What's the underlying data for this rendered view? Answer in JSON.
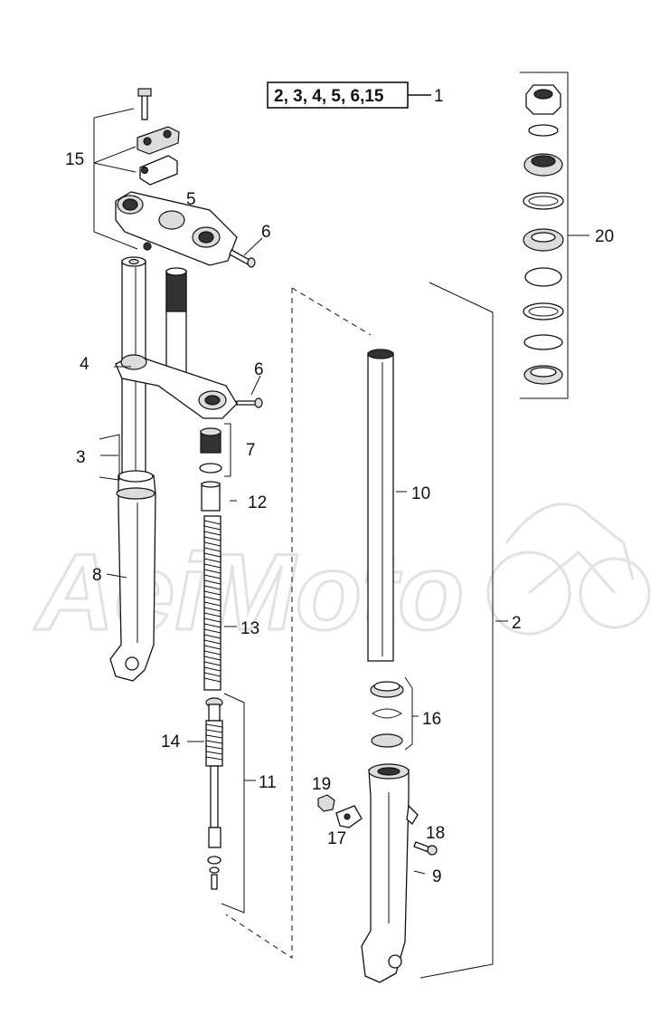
{
  "watermark": "AeiMoto",
  "kit_label": "2, 3, 4, 5, 6,15",
  "callouts": {
    "c1": "1",
    "c2": "2",
    "c3": "3",
    "c4": "4",
    "c5": "5",
    "c6a": "6",
    "c6b": "6",
    "c7": "7",
    "c8": "8",
    "c9": "9",
    "c10": "10",
    "c11": "11",
    "c12": "12",
    "c13": "13",
    "c14": "14",
    "c15": "15",
    "c16": "16",
    "c17": "17",
    "c18": "18",
    "c19": "19",
    "c20": "20"
  }
}
